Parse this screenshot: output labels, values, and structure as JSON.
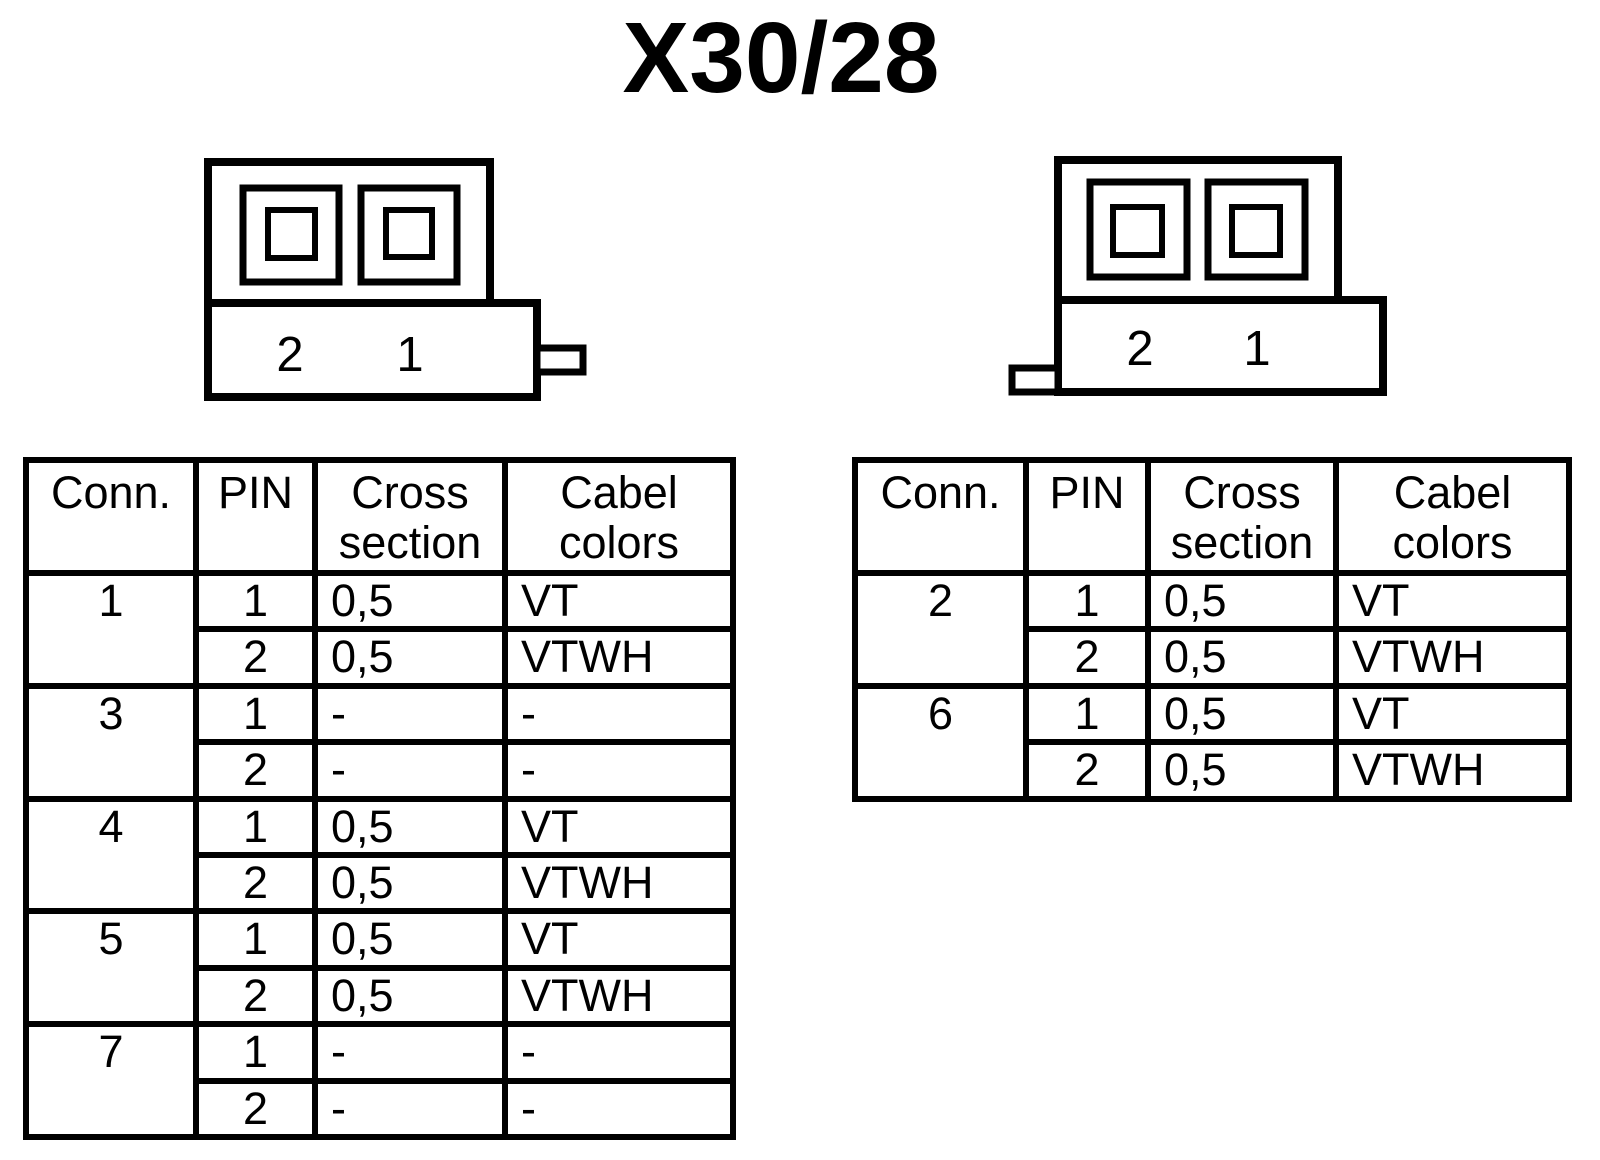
{
  "title": "X30/28",
  "colors": {
    "foreground": "#000000",
    "background": "#ffffff"
  },
  "connector_left": {
    "pin2_label": "2",
    "pin1_label": "1"
  },
  "connector_right": {
    "pin2_label": "2",
    "pin1_label": "1"
  },
  "left_table": {
    "headers": [
      "Conn.",
      "PIN",
      "Cross section",
      "Cabel colors"
    ],
    "groups": [
      {
        "conn": "1",
        "rows": [
          [
            "1",
            "0,5",
            "VT"
          ],
          [
            "2",
            "0,5",
            "VTWH"
          ]
        ]
      },
      {
        "conn": "3",
        "rows": [
          [
            "1",
            "-",
            "-"
          ],
          [
            "2",
            "-",
            "-"
          ]
        ]
      },
      {
        "conn": "4",
        "rows": [
          [
            "1",
            "0,5",
            "VT"
          ],
          [
            "2",
            "0,5",
            "VTWH"
          ]
        ]
      },
      {
        "conn": "5",
        "rows": [
          [
            "1",
            "0,5",
            "VT"
          ],
          [
            "2",
            "0,5",
            "VTWH"
          ]
        ]
      },
      {
        "conn": "7",
        "rows": [
          [
            "1",
            "-",
            "-"
          ],
          [
            "2",
            "-",
            "-"
          ]
        ]
      }
    ]
  },
  "right_table": {
    "headers": [
      "Conn.",
      "PIN",
      "Cross section",
      "Cabel colors"
    ],
    "groups": [
      {
        "conn": "2",
        "rows": [
          [
            "1",
            "0,5",
            "VT"
          ],
          [
            "2",
            "0,5",
            "VTWH"
          ]
        ]
      },
      {
        "conn": "6",
        "rows": [
          [
            "1",
            "0,5",
            "VT"
          ],
          [
            "2",
            "0,5",
            "VTWH"
          ]
        ]
      }
    ]
  }
}
